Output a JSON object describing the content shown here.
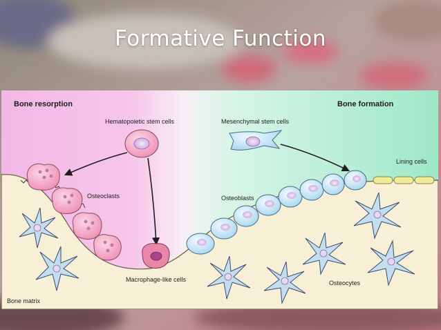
{
  "slide": {
    "title": "Formative Function"
  },
  "diagram": {
    "headers": {
      "left": "Bone resorption",
      "right": "Bone formation"
    },
    "labels": {
      "hematopoietic_stem_cells": "Hematopoietic stem cells",
      "mesenchymal_stem_cells": "Mesenchymal stem cells",
      "lining_cells": "Lining cells",
      "osteoclasts": "Osteoclasts",
      "osteoblasts": "Osteoblasts",
      "macrophage_like_cells": "Macrophage-like cells",
      "osteocytes": "Osteocytes",
      "bone_matrix": "Bone matrix"
    },
    "colors": {
      "resorption_bg": "#f3b8e6",
      "formation_bg": "#9ee8c9",
      "bone": "#f7efd6",
      "osteoclast": "#f5a3c3",
      "osteoblast": "#bfe2f5",
      "lining_cell": "#f1ec96",
      "osteocyte": "#c4def1",
      "macrophage": "#e987a8"
    }
  }
}
